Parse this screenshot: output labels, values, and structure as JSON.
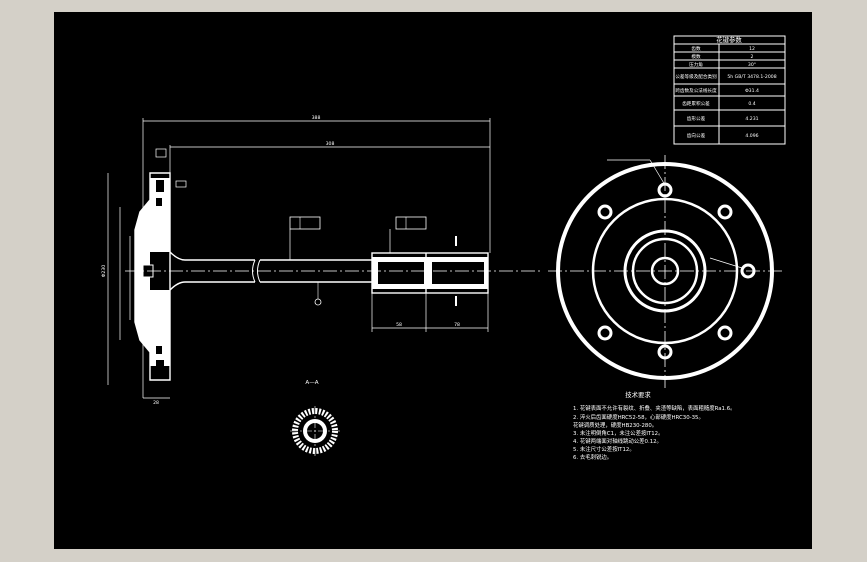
{
  "colors": {
    "background": "#d4d0c8",
    "sheet": "#000000",
    "lines": "#ffffff",
    "hatch": "#ffffff"
  },
  "param_table": {
    "title": "花键参数",
    "rows": [
      {
        "label": "齿数",
        "value": "12"
      },
      {
        "label": "模数",
        "value": "2"
      },
      {
        "label": "压力角",
        "value": "30°"
      },
      {
        "label": "公差等级及配合类别",
        "value": "5h GB/T 3478.1-2008"
      },
      {
        "label": "跨齿数及公法线长度",
        "value": "Φ31.4"
      },
      {
        "label": "齿距累积公差",
        "value": "0.4"
      },
      {
        "label": "齿形公差",
        "value": "4.231"
      },
      {
        "label": "齿向公差",
        "value": "4.096"
      }
    ]
  },
  "section_label": "A—A",
  "tech_requirements": {
    "title": "技术要求",
    "items": [
      "1. 花键表面不允许有裂纹、折叠、夹渣等缺陷，表面粗糙度Ra1.6。",
      "2. 淬火后齿面硬度HRC52-58，心部硬度HRC30-35。",
      "花键调质处理，硬度HB230-280。",
      "3. 未注明倒角C1，未注公差按IT12。",
      "4. 花键两端面对轴线跳动公差0.12。",
      "5. 未注尺寸公差按IT12。",
      "6. 去毛刺锐边。"
    ]
  },
  "dimensions": {
    "overall_length": "388",
    "shaft_length": "308",
    "spline_len_a": "58",
    "spline_len_b": "78",
    "flange_dia": "Φ230",
    "flange_thk": "28"
  }
}
